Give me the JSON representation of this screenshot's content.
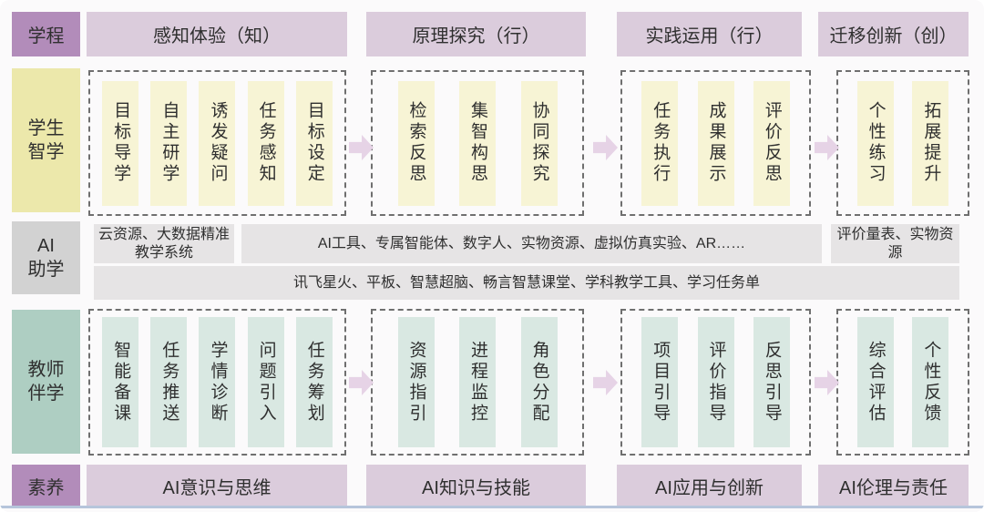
{
  "colors": {
    "stage_fill": "#dbccdc",
    "label_fill": "#b28cba",
    "student_col_fill": "#f7f4d5",
    "student_label_fill": "#ece8ab",
    "teacher_col_fill": "#d9e8e2",
    "teacher_label_fill": "#aecec2",
    "ai_bar_fill": "#e6e4e5",
    "ai_label_fill": "#d2d2d2",
    "arrow_fill": "#e6d3e6",
    "text": "#2f2f2f"
  },
  "stages": {
    "label": "学程",
    "items": [
      "感知体验（知）",
      "原理探究（行）",
      "实践运用（行）",
      "迁移创新（创）"
    ]
  },
  "student_row": {
    "label_lines": [
      "学生",
      "智学"
    ],
    "groups": [
      {
        "items": [
          "目标导学",
          "自主研学",
          "诱发疑问",
          "任务感知",
          "目标设定"
        ]
      },
      {
        "items": [
          "检索反思",
          "集智构思",
          "协同探究"
        ]
      },
      {
        "items": [
          "任务执行",
          "成果展示",
          "评价反思"
        ]
      },
      {
        "items": [
          "个性练习",
          "拓展提升"
        ]
      }
    ]
  },
  "ai_row": {
    "label_lines": [
      "AI",
      "助学"
    ],
    "boxes": [
      "云资源、大数据精准教学系统",
      "AI工具、专属智能体、数字人、实物资源、虚拟仿真实验、AR……",
      "评价量表、实物资源"
    ],
    "bottom_box": "讯飞星火、平板、智慧超脑、畅言智慧课堂、学科教学工具、学习任务单"
  },
  "teacher_row": {
    "label_lines": [
      "教师",
      "伴学"
    ],
    "groups": [
      {
        "items": [
          "智能备课",
          "任务推送",
          "学情诊断",
          "问题引入",
          "任务筹划"
        ]
      },
      {
        "items": [
          "资源指引",
          "进程监控",
          "角色分配"
        ]
      },
      {
        "items": [
          "项目引导",
          "评价指导",
          "反思引导"
        ]
      },
      {
        "items": [
          "综合评估",
          "个性反馈"
        ]
      }
    ]
  },
  "literacy": {
    "label": "素养",
    "items": [
      "AI意识与思维",
      "AI知识与技能",
      "AI应用与创新",
      "AI伦理与责任"
    ]
  }
}
